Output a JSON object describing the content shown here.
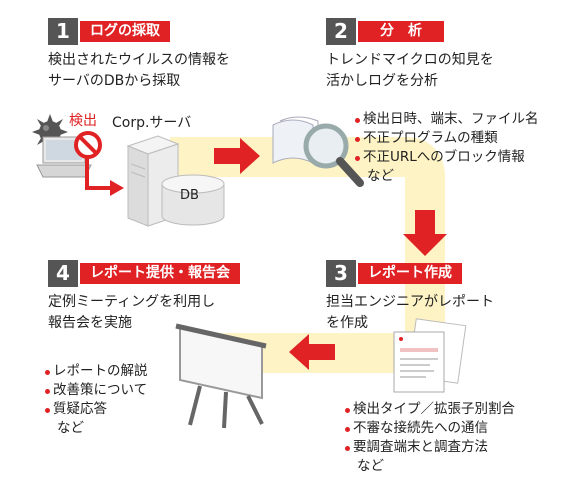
{
  "steps": [
    {
      "number": "1",
      "label": "ログの採取",
      "description": [
        "検出されたウイルスの情報を",
        "サーバのDBから採取"
      ]
    },
    {
      "number": "2",
      "label": "分　析",
      "description": [
        "トレンドマイクロの知見を",
        "活かしログを分析"
      ],
      "bullets": [
        "検出日時、端末、ファイル名",
        "不正プログラムの種類",
        "不正URLへのブロック情報",
        "など"
      ]
    },
    {
      "number": "3",
      "label": "レポート作成",
      "description": [
        "担当エンジニアがレポート",
        "を作成"
      ],
      "bullets": [
        "検出タイプ／拡張子別割合",
        "不審な接続先への通信",
        "要調査端末と調査方法",
        "など"
      ]
    },
    {
      "number": "4",
      "label": "レポート提供・報告会",
      "description": [
        "定例ミーティングを利用し",
        "報告会を実施"
      ],
      "bullets": [
        "レポートの解説",
        "改善策について",
        "質疑応答",
        "など"
      ]
    }
  ],
  "illustration": {
    "detect_label": "検出",
    "server_label": "Corp.サーバ",
    "db_label": "DB"
  },
  "colors": {
    "accent_red": "#e02224",
    "step_number_bg": "#555555",
    "flow_band": "#fdf3c4"
  },
  "icons": [
    "virus-icon",
    "laptop-icon",
    "prohibited-icon",
    "server-icon",
    "database-icon",
    "documents-icon",
    "magnifier-icon",
    "report-icon",
    "presentation-board-icon",
    "arrow-icon"
  ]
}
